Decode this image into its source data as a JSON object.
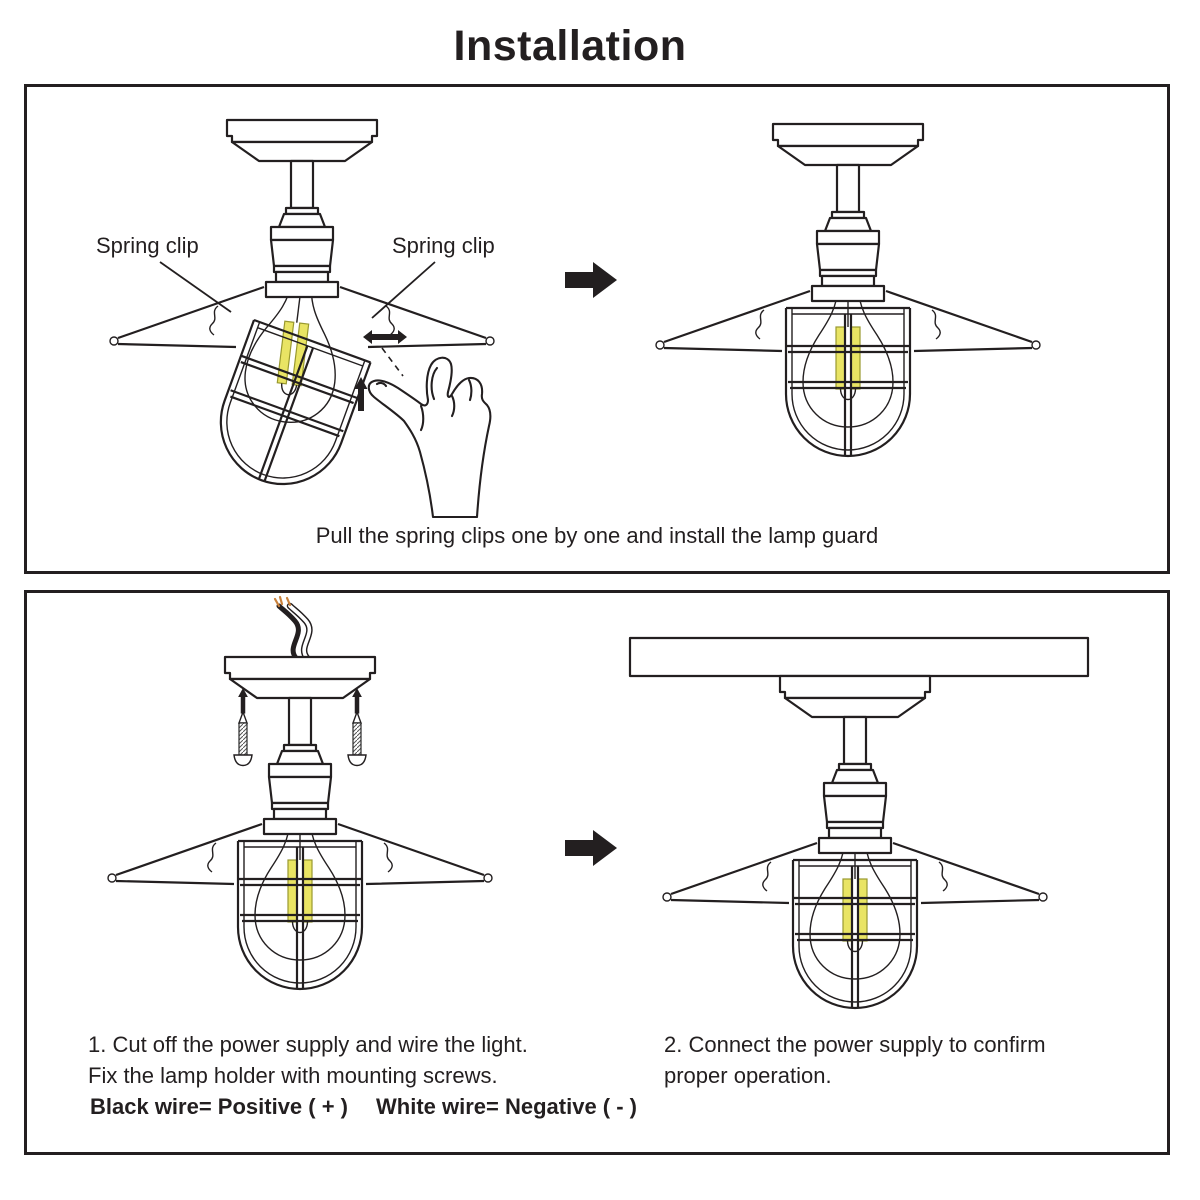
{
  "title": "Installation",
  "colors": {
    "ink": "#231f20",
    "filament_fill": "#e9e464",
    "filament_edge": "#99992f"
  },
  "panel1": {
    "spring_clip_label_left": "Spring clip",
    "spring_clip_label_right": "Spring clip",
    "caption": "Pull the spring clips one by one and install the lamp guard"
  },
  "panel2": {
    "step1_line1": "1. Cut off the power supply and wire the light.",
    "step1_line2": "Fix the lamp holder with mounting screws.",
    "wire_note_black": "Black wire= Positive ( + )",
    "wire_note_white": "White wire= Negative ( - )",
    "step2_line1": "2. Connect the power supply to confirm",
    "step2_line2": "proper operation."
  }
}
